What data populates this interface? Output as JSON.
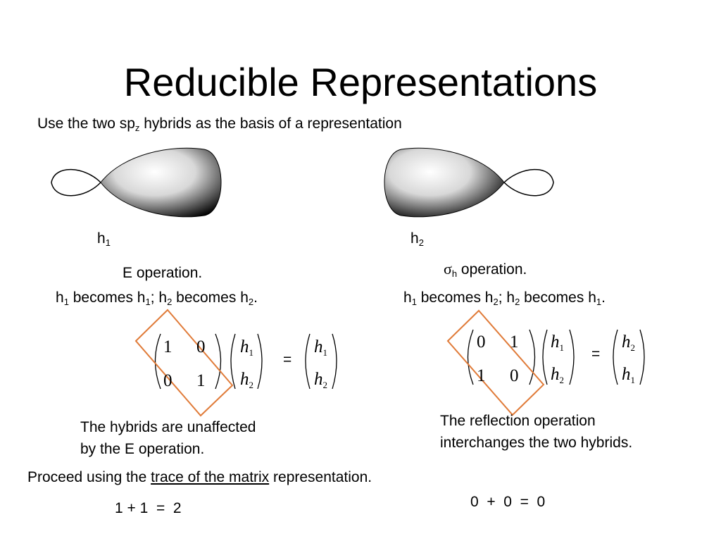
{
  "title": "Reducible Representations",
  "intro": {
    "pre": "Use the two sp",
    "sub": "z",
    "post": " hybrids as the basis of a representation"
  },
  "orbitals": {
    "h1": {
      "base": "h",
      "sub": "1"
    },
    "h2": {
      "base": "h",
      "sub": "2"
    }
  },
  "left": {
    "operation_label": "E operation.",
    "effect": {
      "a": "h",
      "a_sub": "1",
      "b": " becomes h",
      "b_sub": "1",
      "c": "; h",
      "c_sub": "2",
      "d": " becomes h",
      "d_sub": "2",
      "e": "."
    },
    "matrix": {
      "r1c1": "1",
      "r1c2": "0",
      "r2c1": "0",
      "r2c2": "1"
    },
    "vector_in": [
      {
        "base": "h",
        "sub": "1"
      },
      {
        "base": "h",
        "sub": "2"
      }
    ],
    "equals": "=",
    "vector_out": [
      {
        "base": "h",
        "sub": "1"
      },
      {
        "base": "h",
        "sub": "2"
      }
    ],
    "note_line1": "The hybrids are unaffected",
    "note_line2": "by the E operation.",
    "trace": "1 + 1  =  2"
  },
  "right": {
    "operation_symbol": "σ",
    "operation_sub": "h",
    "operation_text": " operation.",
    "effect": {
      "a": "h",
      "a_sub": "1",
      "b": " becomes h",
      "b_sub": "2",
      "c": "; h",
      "c_sub": "2",
      "d": " becomes h",
      "d_sub": "1",
      "e": "."
    },
    "matrix": {
      "r1c1": "0",
      "r1c2": "1",
      "r2c1": "1",
      "r2c2": "0"
    },
    "vector_in": [
      {
        "base": "h",
        "sub": "1"
      },
      {
        "base": "h",
        "sub": "2"
      }
    ],
    "equals": "=",
    "vector_out": [
      {
        "base": "h",
        "sub": "2"
      },
      {
        "base": "h",
        "sub": "1"
      }
    ],
    "note_line1": "The reflection operation",
    "note_line2": "interchanges the two hybrids.",
    "trace": "0  +  0  =  0"
  },
  "proceed": {
    "pre": "Proceed using the ",
    "link": "trace of the matrix",
    "post": " representation."
  },
  "colors": {
    "highlight": "#E07B39",
    "text": "#000000"
  }
}
